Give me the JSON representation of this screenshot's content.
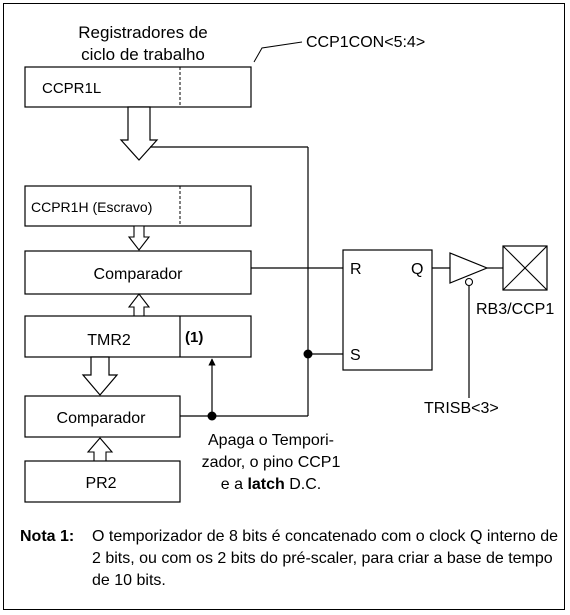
{
  "labels": {
    "duty_registers_line1": "Registradores de",
    "duty_registers_line2": "ciclo de trabalho",
    "ccp1con": "CCP1CON<5:4>",
    "ccpr1l": "CCPR1L",
    "ccpr1h": "CCPR1H  (Escravo)",
    "comparator_top": "Comparador",
    "tmr2": "TMR2",
    "tmr2_note_ref": "(1)",
    "comparator_bottom": "Comparador",
    "pr2": "PR2",
    "reset_line1": "Apaga o Tempori-",
    "reset_line2": "zador, o pino CCP1",
    "reset_line3_pre": "e a ",
    "reset_line3_bold": "latch",
    "reset_line3_post": " D.C.",
    "latch_r": "R",
    "latch_s": "S",
    "latch_q": "Q",
    "output_pin": "RB3/CCP1",
    "trisb": "TRISB<3>"
  },
  "note": {
    "label": "Nota 1",
    "colon": ":",
    "text": "O temporizador de 8 bits é concatenado com o clock Q interno de 2 bits, ou com os 2 bits do pré-scaler,  para criar a base de tempo de 10 bits."
  }
}
